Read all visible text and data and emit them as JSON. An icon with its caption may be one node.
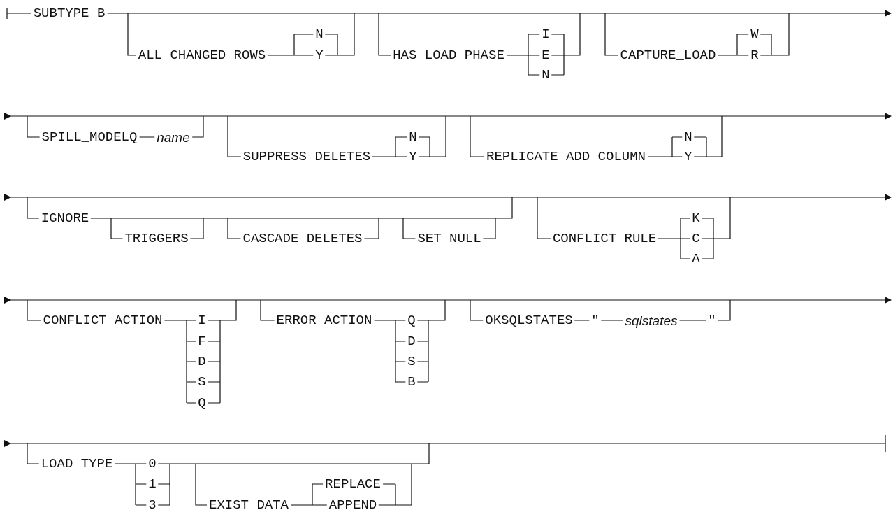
{
  "diagram": {
    "labels": [
      "SUBTYPE B",
      "N",
      "I",
      "W",
      "ALL CHANGED ROWS",
      "Y",
      "HAS LOAD PHASE",
      "E",
      "CAPTURE_LOAD",
      "R",
      "N",
      "SPILL_MODELQ",
      "name",
      "N",
      "N",
      "SUPPRESS DELETES",
      "Y",
      "REPLICATE ADD COLUMN",
      "Y",
      "IGNORE",
      "K",
      "TRIGGERS",
      "CASCADE DELETES",
      "SET NULL",
      "CONFLICT RULE",
      "C",
      "A",
      "CONFLICT ACTION",
      "I",
      "ERROR ACTION",
      "Q",
      "OKSQLSTATES",
      "\"",
      "sqlstates",
      "\"",
      "F",
      "D",
      "D",
      "S",
      "S",
      "B",
      "Q",
      "LOAD TYPE",
      "0",
      "1",
      "REPLACE",
      "3",
      "EXIST DATA",
      "APPEND"
    ]
  }
}
